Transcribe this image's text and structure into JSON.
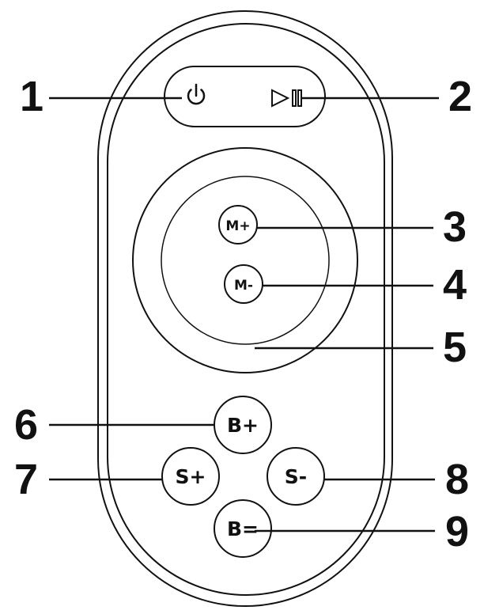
{
  "callouts": [
    "1",
    "2",
    "3",
    "4",
    "5",
    "6",
    "7",
    "8",
    "9"
  ],
  "buttons": {
    "mode_up": "M+",
    "mode_down": "M-",
    "brightness_up": "B+",
    "speed_up": "S+",
    "speed_down": "S-",
    "brightness_eq": "B="
  },
  "icons": {
    "power": "power-icon",
    "play_pause": "play-pause-icon"
  },
  "colors": {
    "stroke": "#111111",
    "background": "#ffffff"
  }
}
